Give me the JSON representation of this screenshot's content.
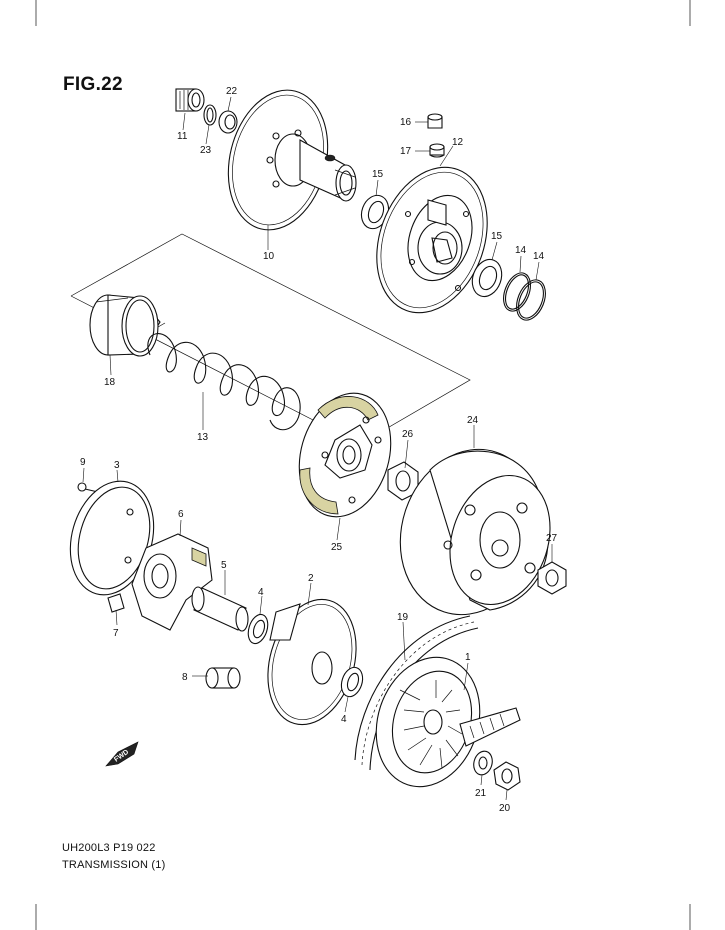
{
  "figure": {
    "title": "FIG.22"
  },
  "footer": {
    "code": "UH200L3 P19  022",
    "title": "TRANSMISSION (1)"
  },
  "fwd_arrow": {
    "label": "FWD"
  },
  "callouts": [
    {
      "label": "11"
    },
    {
      "label": "23"
    },
    {
      "label": "22"
    },
    {
      "label": "10"
    },
    {
      "label": "16"
    },
    {
      "label": "17"
    },
    {
      "label": "12"
    },
    {
      "label": "15"
    },
    {
      "label": "15"
    },
    {
      "label": "14"
    },
    {
      "label": "14"
    },
    {
      "label": "18"
    },
    {
      "label": "13"
    },
    {
      "label": "26"
    },
    {
      "label": "24"
    },
    {
      "label": "25"
    },
    {
      "label": "9"
    },
    {
      "label": "3"
    },
    {
      "label": "6"
    },
    {
      "label": "27"
    },
    {
      "label": "5"
    },
    {
      "label": "2"
    },
    {
      "label": "4"
    },
    {
      "label": "7"
    },
    {
      "label": "19"
    },
    {
      "label": "8"
    },
    {
      "label": "1"
    },
    {
      "label": "4"
    },
    {
      "label": "21"
    },
    {
      "label": "20"
    }
  ]
}
